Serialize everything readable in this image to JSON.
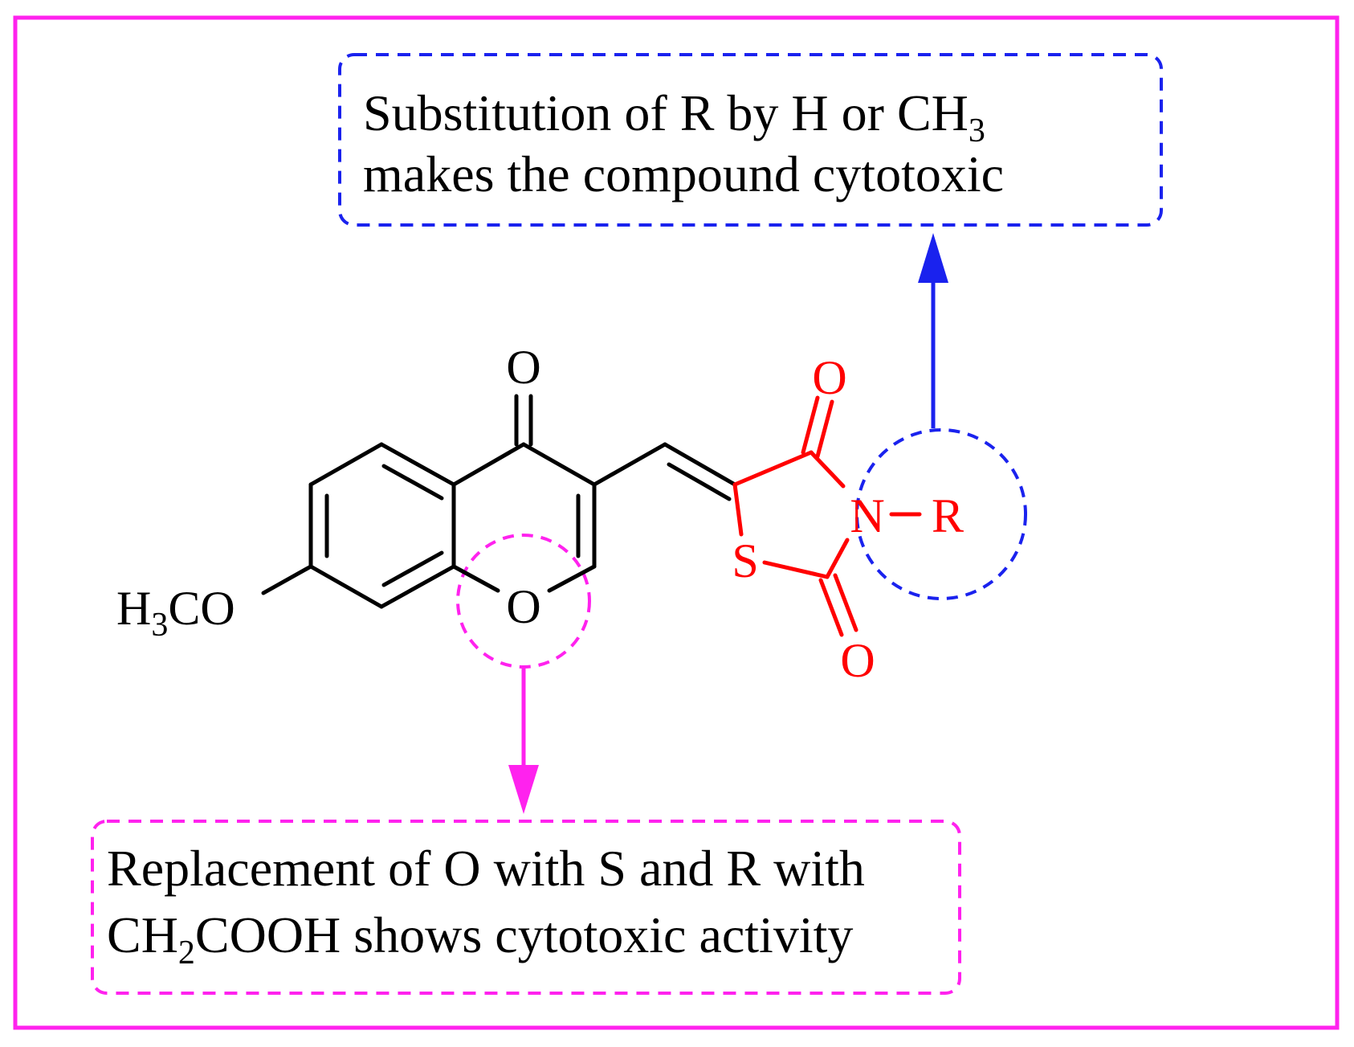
{
  "colors": {
    "frame": "#ff22ee",
    "annotation_top": "#1a22ee",
    "annotation_bottom": "#ff22ee",
    "highlight_ring": "#ff0000",
    "structure": "#000000"
  },
  "top_note": {
    "line1_main": "Substitution of R by H or CH",
    "line1_sub": "3",
    "line2": "makes the compound cytotoxic"
  },
  "bottom_note": {
    "line1": "Replacement of O with S and R with",
    "line2_pre": "CH",
    "line2_sub": "2",
    "line2_post": "COOH shows cytotoxic activity"
  },
  "molecule": {
    "methoxy_H": "H",
    "methoxy_sub": "3",
    "methoxy_rest": "CO",
    "ring_O": "O",
    "keto_O": "O",
    "tzd_S": "S",
    "tzd_N": "N",
    "tzd_R": "R",
    "tzd_O_top": "O",
    "tzd_O_bottom": "O"
  }
}
